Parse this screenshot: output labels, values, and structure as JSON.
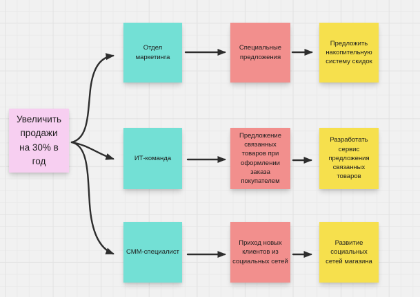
{
  "canvas": {
    "background": "#F1F1F1",
    "grid_minor_color": "#EAEAEA",
    "grid_major_color": "#E2E2E2",
    "connector_color": "#2D2D2D"
  },
  "goal": {
    "label": "Увеличить продажи на 30% в год",
    "color": "#F7CFF1"
  },
  "note_colors": {
    "team": "#73E0D5",
    "initiative": "#F28F8D",
    "outcome": "#F6E04D"
  },
  "branches": [
    {
      "team": "Отдел маркетинга",
      "initiative": "Специальные предложения",
      "outcome": "Предложить накопительную систему скидок"
    },
    {
      "team": "ИТ-команда",
      "initiative": "Предложение связанных товаров при оформлении заказа покупателем",
      "outcome": "Разработать сервис предложения связанных товаров"
    },
    {
      "team": "СММ-специалист",
      "initiative": "Приход новых клиентов из социальных сетей",
      "outcome": "Развитие социальных сетей магазина"
    }
  ]
}
